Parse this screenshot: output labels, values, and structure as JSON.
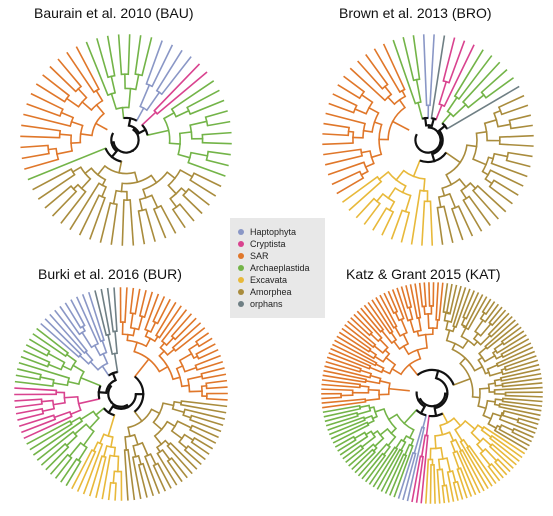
{
  "panels": [
    {
      "id": "BAU",
      "title": "Baurain et al. 2010 (BAU)",
      "tips": 60,
      "seed": 11,
      "clades": [
        [
          "Archaeplastida",
          7
        ],
        [
          "Haptophyta",
          4
        ],
        [
          "Cryptista",
          2
        ],
        [
          "Archaeplastida",
          10
        ],
        [
          "Amorphea",
          22
        ],
        [
          "Archaeplastida",
          1
        ],
        [
          "SAR",
          14
        ]
      ]
    },
    {
      "id": "BRO",
      "title": "Brown et al. 2013 (BRO)",
      "tips": 64,
      "seed": 23,
      "clades": [
        [
          "Archaeplastida",
          3
        ],
        [
          "Haptophyta",
          2
        ],
        [
          "orphans",
          1
        ],
        [
          "Cryptista",
          3
        ],
        [
          "Archaeplastida",
          5
        ],
        [
          "orphans",
          1
        ],
        [
          "Amorphea",
          20
        ],
        [
          "Excavata",
          11
        ],
        [
          "SAR",
          18
        ]
      ]
    },
    {
      "id": "BUR",
      "title": "Burki et al. 2016 (BUR)",
      "tips": 104,
      "seed": 37,
      "clades": [
        [
          "SAR",
          28
        ],
        [
          "Amorphea",
          24
        ],
        [
          "Excavata",
          9
        ],
        [
          "Archaeplastida",
          10
        ],
        [
          "Cryptista",
          9
        ],
        [
          "Archaeplastida",
          10
        ],
        [
          "Haptophyta",
          10
        ],
        [
          "orphans",
          4
        ]
      ]
    },
    {
      "id": "KAT",
      "title": "Katz & Grant 2015 (KAT)",
      "tips": 150,
      "seed": 53,
      "clades": [
        [
          "SAR",
          32
        ],
        [
          "Amorphea",
          48
        ],
        [
          "Excavata",
          26
        ],
        [
          "Cryptista",
          3
        ],
        [
          "Haptophyta",
          3
        ],
        [
          "Archaeplastida",
          26
        ],
        [
          "SAR",
          12
        ]
      ]
    }
  ],
  "legend": {
    "items": [
      {
        "label": "Haptophyta",
        "color": "#8a97c6"
      },
      {
        "label": "Cryptista",
        "color": "#d9438f"
      },
      {
        "label": "SAR",
        "color": "#e0772a"
      },
      {
        "label": "Archaeplastida",
        "color": "#73b448"
      },
      {
        "label": "Excavata",
        "color": "#e8b93a"
      },
      {
        "label": "Amorphea",
        "color": "#a98c3d"
      },
      {
        "label": "orphans",
        "color": "#6f7f84"
      }
    ]
  },
  "backbone_color": "#111111"
}
